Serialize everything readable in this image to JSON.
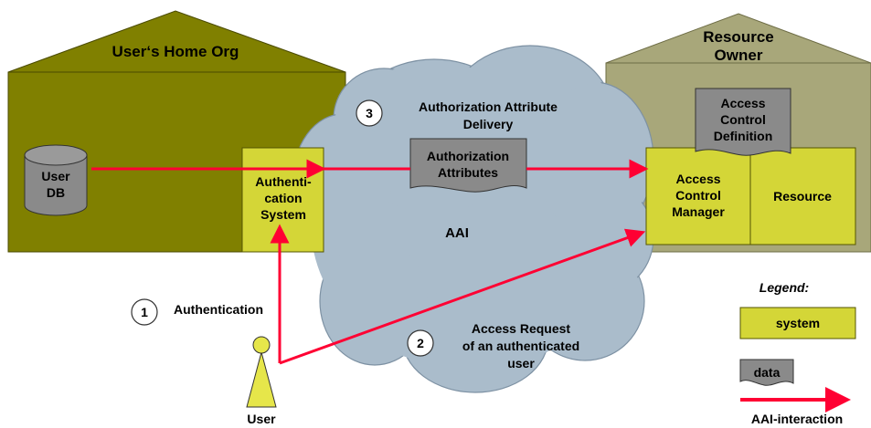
{
  "colors": {
    "home_org": "#808000",
    "home_org_dark": "#5f5f00",
    "resource_owner": "#a8a77a",
    "system": "#d4d637",
    "data": "#8a8a8a",
    "cloud": "#aabccb",
    "arrow": "#ff0033",
    "user": "#e6e64a"
  },
  "home_org": {
    "title": "User‘s Home Org"
  },
  "resource_owner": {
    "title_line1": "Resource",
    "title_line2": "Owner"
  },
  "user_db": {
    "line1": "User",
    "line2": "DB"
  },
  "auth_system": {
    "line1": "Authenti-",
    "line2": "cation",
    "line3": "System"
  },
  "cloud": {
    "label": "AAI"
  },
  "authz_attributes": {
    "line1": "Authorization",
    "line2": "Attributes"
  },
  "access_control_definition": {
    "line1": "Access",
    "line2": "Control",
    "line3": "Definition"
  },
  "access_control_manager": {
    "line1": "Access",
    "line2": "Control",
    "line3": "Manager"
  },
  "resource": {
    "label": "Resource"
  },
  "steps": [
    {
      "number": "1",
      "line1": "Authentication",
      "line2": ""
    },
    {
      "number": "2",
      "line1": "Access Request",
      "line2": "of an authenticated",
      "line3": "user"
    },
    {
      "number": "3",
      "line1": "Authorization Attribute",
      "line2": "Delivery"
    }
  ],
  "user": {
    "label": "User"
  },
  "legend": {
    "title": "Legend:",
    "system": "system",
    "data": "data",
    "interaction": "AAI-interaction"
  }
}
